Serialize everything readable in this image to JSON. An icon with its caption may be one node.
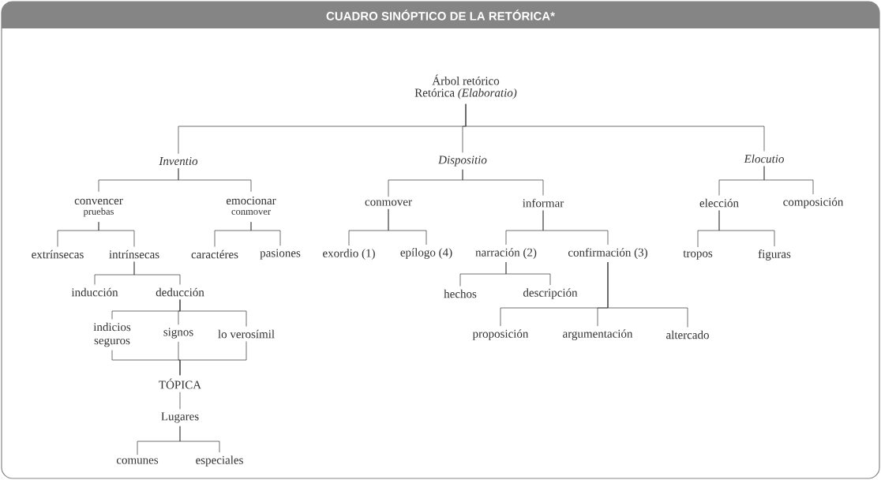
{
  "diagram": {
    "title": "CUADRO SINÓPTICO DE LA RETÓRICA*",
    "nodes": [
      {
        "text": [
          "Árbol retórico",
          "Retórica *(Elaboratio)*"
        ]
      },
      {
        "text": [
          "Inventio"
        ]
      },
      {
        "text": [
          "Dispositio"
        ]
      },
      {
        "text": [
          "Elocutio"
        ]
      },
      {
        "text": [
          "convencer",
          "pruebas"
        ]
      },
      {
        "text": [
          "emocionar",
          "conmover"
        ]
      },
      {
        "text": [
          "conmover"
        ]
      },
      {
        "text": [
          "informar"
        ]
      },
      {
        "text": [
          "elección"
        ]
      },
      {
        "text": [
          "composición"
        ]
      },
      {
        "text": [
          "extrínsecas"
        ]
      },
      {
        "text": [
          "intrínsecas"
        ]
      },
      {
        "text": [
          "caractéres"
        ]
      },
      {
        "text": [
          "pasiones"
        ]
      },
      {
        "text": [
          "exordio (1)"
        ]
      },
      {
        "text": [
          "epílogo (4)"
        ]
      },
      {
        "text": [
          "narración (2)"
        ]
      },
      {
        "text": [
          "confirmación (3)"
        ]
      },
      {
        "text": [
          "tropos"
        ]
      },
      {
        "text": [
          "figuras"
        ]
      },
      {
        "text": [
          "hechos"
        ]
      },
      {
        "text": [
          "descripción"
        ]
      },
      {
        "text": [
          "inducción"
        ]
      },
      {
        "text": [
          "deducción"
        ]
      },
      {
        "text": [
          "indicios seguros"
        ]
      },
      {
        "text": [
          "signos"
        ]
      },
      {
        "text": [
          "lo verosímil"
        ]
      },
      {
        "text": [
          "TÓPICA"
        ]
      },
      {
        "text": [
          "Lugares"
        ]
      },
      {
        "text": [
          "comunes"
        ]
      },
      {
        "text": [
          "especiales"
        ]
      },
      {
        "text": [
          "proposición"
        ]
      },
      {
        "text": [
          "argumentación"
        ]
      },
      {
        "text": [
          "altercado"
        ]
      }
    ],
    "edges": [
      {
        "from": 0,
        "to": 1,
        "arrow": "none"
      },
      {
        "from": 0,
        "to": 2,
        "arrow": "none"
      },
      {
        "from": 0,
        "to": 3,
        "arrow": "none"
      },
      {
        "from": 1,
        "to": 4,
        "arrow": "none"
      },
      {
        "from": 1,
        "to": 5,
        "arrow": "none"
      },
      {
        "from": 2,
        "to": 6,
        "arrow": "none"
      },
      {
        "from": 2,
        "to": 7,
        "arrow": "none"
      },
      {
        "from": 3,
        "to": 8,
        "arrow": "none"
      },
      {
        "from": 3,
        "to": 9,
        "arrow": "none"
      },
      {
        "from": 4,
        "to": 10,
        "arrow": "none"
      },
      {
        "from": 4,
        "to": 11,
        "arrow": "none"
      },
      {
        "from": 5,
        "to": 12,
        "arrow": "none"
      },
      {
        "from": 5,
        "to": 13,
        "arrow": "none"
      },
      {
        "from": 6,
        "to": 14,
        "arrow": "none"
      },
      {
        "from": 6,
        "to": 15,
        "arrow": "none"
      },
      {
        "from": 7,
        "to": 16,
        "arrow": "none"
      },
      {
        "from": 7,
        "to": 17,
        "arrow": "none"
      },
      {
        "from": 8,
        "to": 18,
        "arrow": "none"
      },
      {
        "from": 8,
        "to": 19,
        "arrow": "none"
      },
      {
        "from": 16,
        "to": 20,
        "arrow": "none"
      },
      {
        "from": 16,
        "to": 21,
        "arrow": "none"
      },
      {
        "from": 11,
        "to": 22,
        "arrow": "none"
      },
      {
        "from": 11,
        "to": 23,
        "arrow": "none"
      },
      {
        "from": 23,
        "to": 24,
        "arrow": "none"
      },
      {
        "from": 23,
        "to": 25,
        "arrow": "none"
      },
      {
        "from": 23,
        "to": 26,
        "arrow": "none"
      },
      {
        "from": 24,
        "to": 27,
        "arrow": "none"
      },
      {
        "from": 25,
        "to": 27,
        "arrow": "none"
      },
      {
        "from": 26,
        "to": 27,
        "arrow": "none"
      },
      {
        "from": 27,
        "to": 28,
        "arrow": "none"
      },
      {
        "from": 28,
        "to": 29,
        "arrow": "none"
      },
      {
        "from": 28,
        "to": 30,
        "arrow": "none"
      },
      {
        "from": 17,
        "to": 31,
        "arrow": "none"
      },
      {
        "from": 17,
        "to": 32,
        "arrow": "none"
      },
      {
        "from": 17,
        "to": 33,
        "arrow": "none"
      }
    ]
  }
}
